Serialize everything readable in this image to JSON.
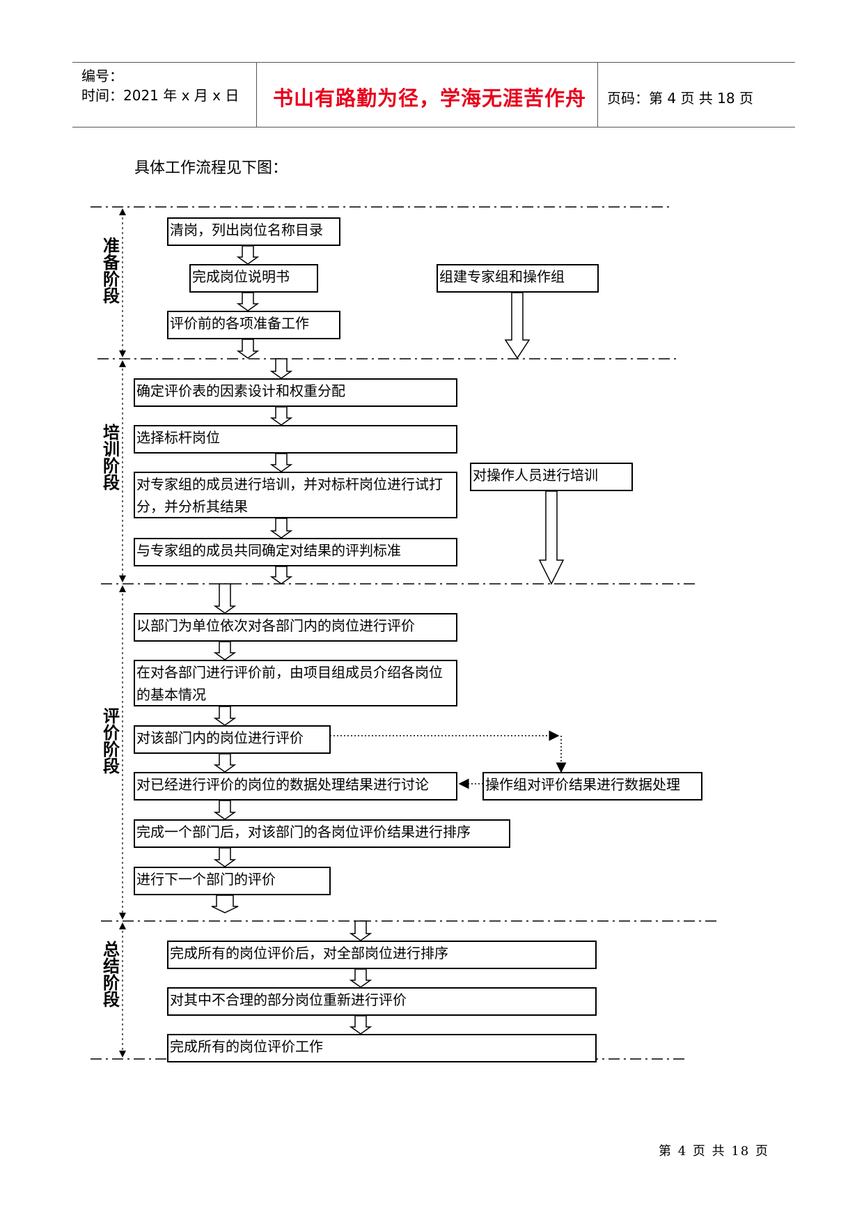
{
  "header": {
    "serial_label": "编号：",
    "time_label": "时间：2021 年 x 月 x 日",
    "motto": "书山有路勤为径，学海无涯苦作舟",
    "page_code": "页码：第 4 页  共 18 页"
  },
  "intro": "具体工作流程见下图：",
  "stages": {
    "prepare": "准备阶段",
    "train": "培训阶段",
    "evaluate": "评价阶段",
    "summary": "总结阶段"
  },
  "steps": {
    "prepare": [
      "清岗，列出岗位名称目录",
      "完成岗位说明书",
      "评价前的各项准备工作"
    ],
    "prepare_side": "组建专家组和操作组",
    "train": [
      "确定评价表的因素设计和权重分配",
      "选择标杆岗位",
      "对专家组的成员进行培训，并对标杆岗位进行试打分，并分析其结果",
      "与专家组的成员共同确定对结果的评判标准"
    ],
    "train_side": "对操作人员进行培训",
    "evaluate": [
      "以部门为单位依次对各部门内的岗位进行评价",
      "在对各部门进行评价前，由项目组成员介绍各岗位的基本情况",
      "对该部门内的岗位进行评价",
      "对已经进行评价的岗位的数据处理结果进行讨论",
      "完成一个部门后，对该部门的各岗位评价结果进行排序",
      "进行下一个部门的评价"
    ],
    "evaluate_side": "操作组对评价结果进行数据处理",
    "summary": [
      "完成所有的岗位评价后，对全部岗位进行排序",
      "对其中不合理的部分岗位重新进行评价",
      "完成所有的岗位评价工作"
    ]
  },
  "footer": "第 4 页 共 18 页"
}
